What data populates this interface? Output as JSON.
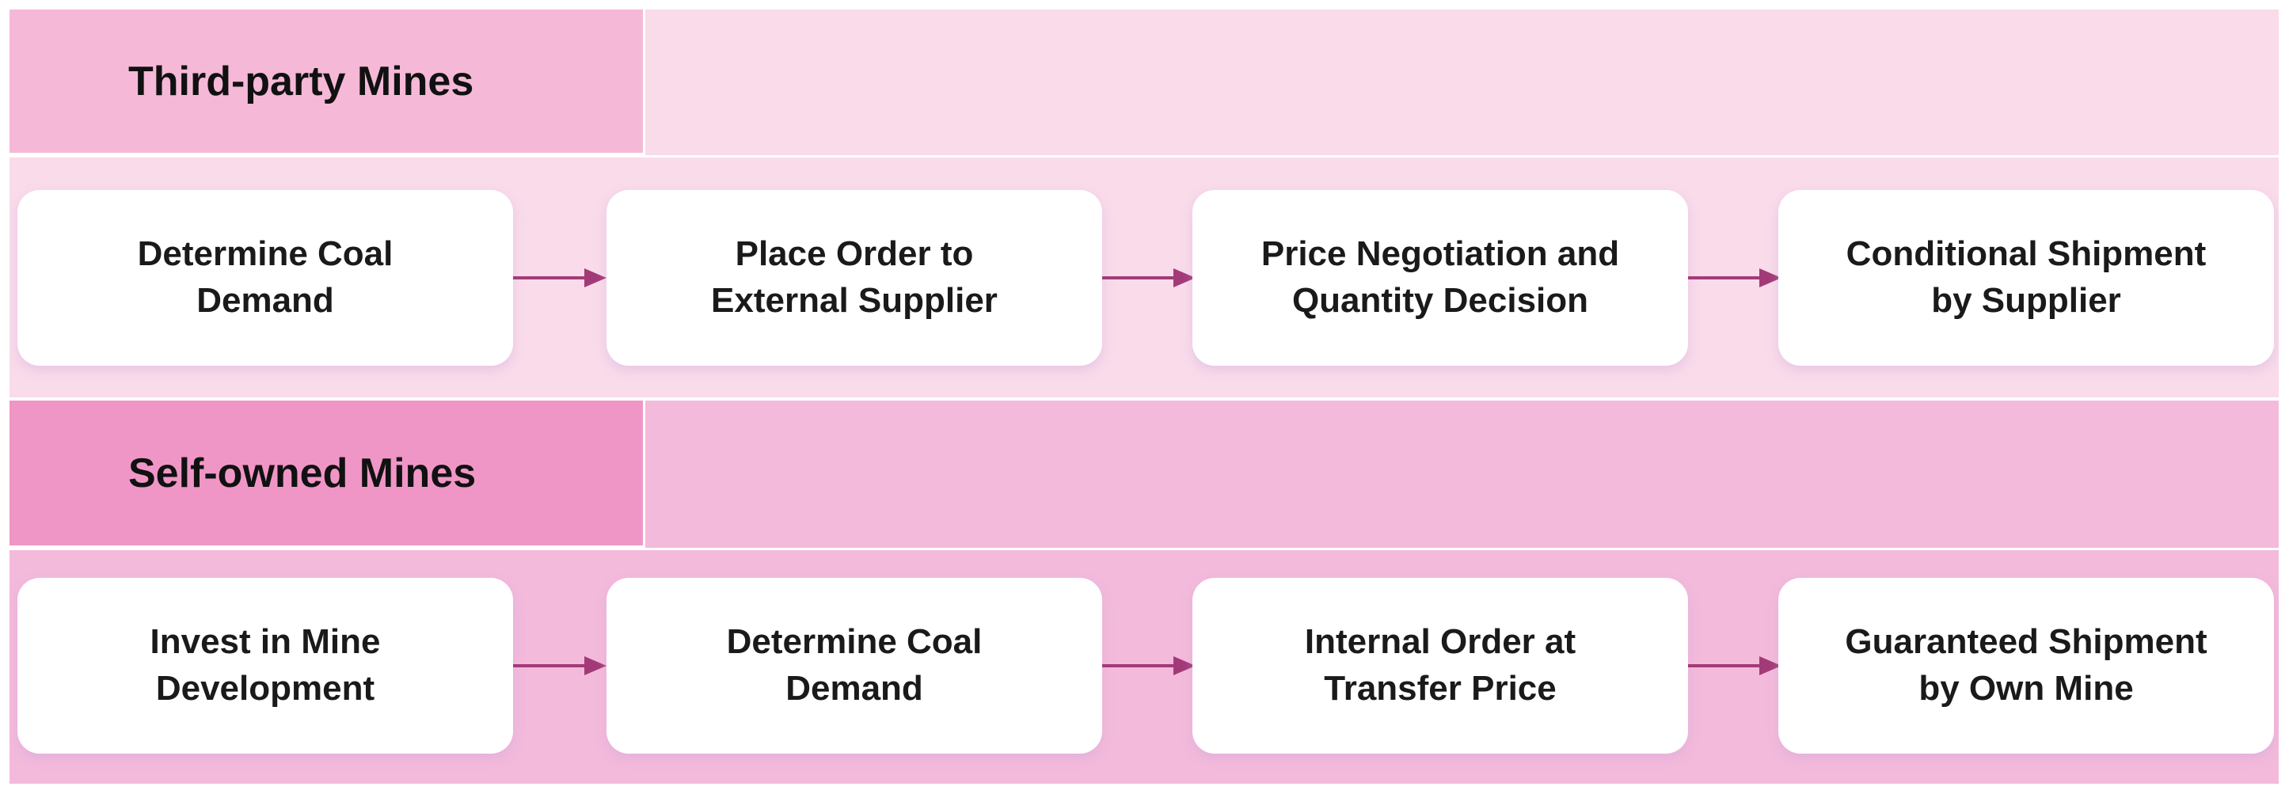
{
  "lanes": [
    {
      "title": "Third-party Mines",
      "steps": [
        "Determine Coal\nDemand",
        "Place Order to\nExternal Supplier",
        "Price Negotiation and\nQuantity Decision",
        "Conditional Shipment\nby Supplier"
      ]
    },
    {
      "title": "Self-owned Mines",
      "steps": [
        "Invest in Mine\nDevelopment",
        "Determine Coal\nDemand",
        "Internal Order at\nTransfer Price",
        "Guaranteed Shipment\nby Own Mine"
      ]
    }
  ],
  "colors": {
    "arrow": "#a33a78",
    "top_lane": "#f9dbea",
    "top_header": "#f5b9d7",
    "bottom_lane": "#f3badb",
    "bottom_header": "#f096c6"
  }
}
